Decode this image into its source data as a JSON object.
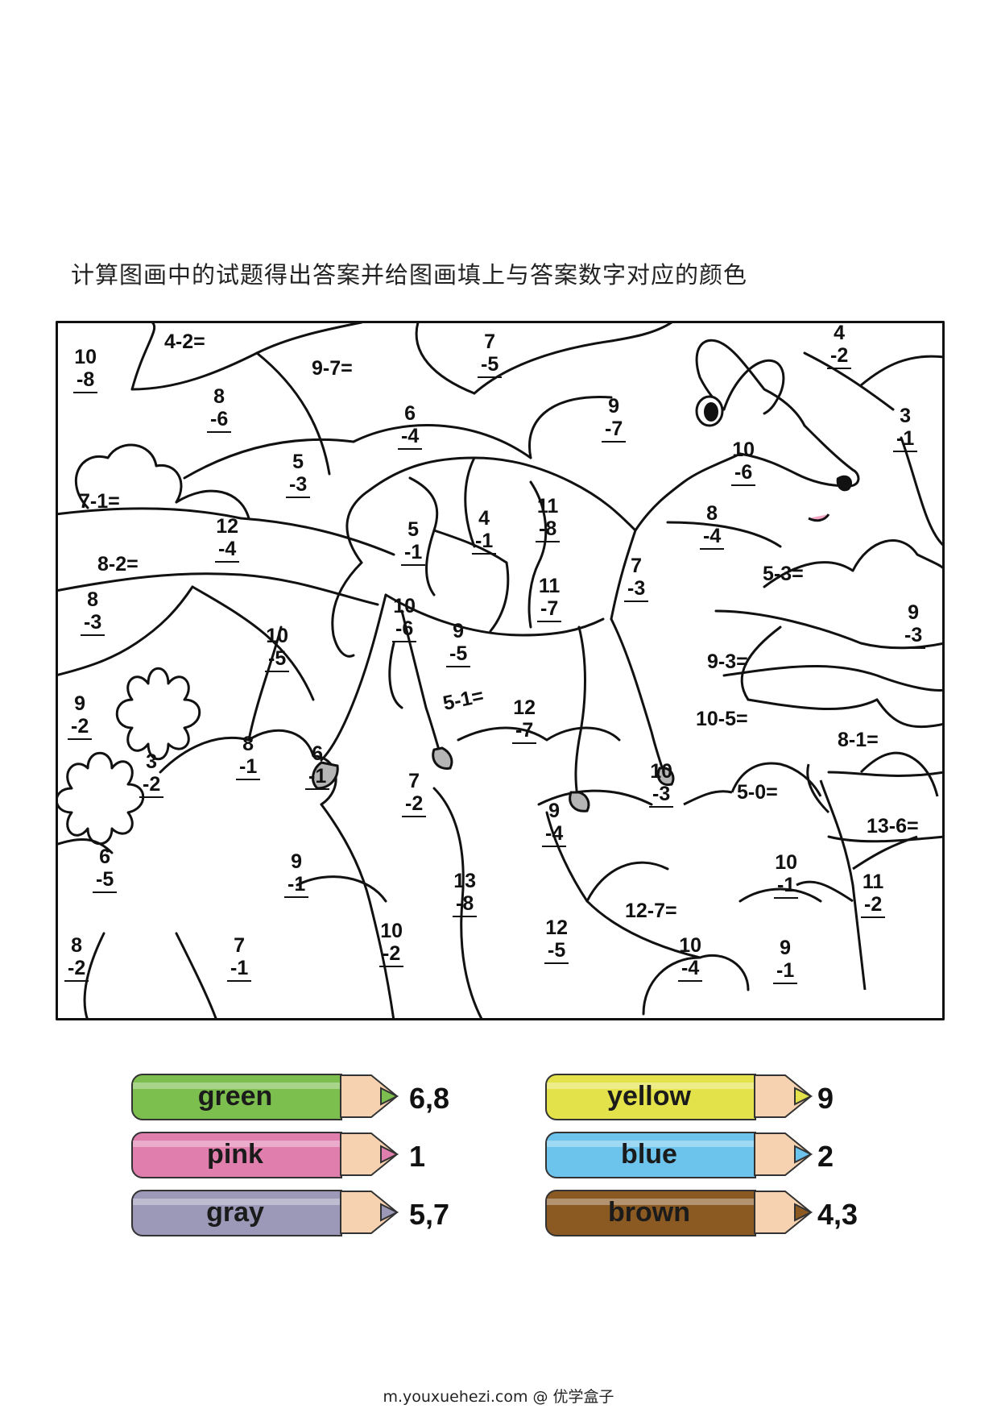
{
  "title": "计算图画中的试题得出答案并给图画填上与答案数字对应的颜色",
  "problems": [
    {
      "type": "v",
      "a": "10",
      "b": "-8"
    },
    {
      "type": "h",
      "text": "4-2="
    },
    {
      "type": "v",
      "a": "8",
      "b": "-6"
    },
    {
      "type": "h",
      "text": "9-7="
    },
    {
      "type": "v",
      "a": "7",
      "b": "-5"
    },
    {
      "type": "v",
      "a": "4",
      "b": "-2"
    },
    {
      "type": "v",
      "a": "6",
      "b": "-4"
    },
    {
      "type": "v",
      "a": "9",
      "b": "-7"
    },
    {
      "type": "v",
      "a": "3",
      "b": "-1"
    },
    {
      "type": "v",
      "a": "5",
      "b": "-3"
    },
    {
      "type": "v",
      "a": "10",
      "b": "-6"
    },
    {
      "type": "h",
      "text": "7-1="
    },
    {
      "type": "v",
      "a": "12",
      "b": "-4"
    },
    {
      "type": "v",
      "a": "5",
      "b": "-1"
    },
    {
      "type": "v",
      "a": "4",
      "b": "-1"
    },
    {
      "type": "v",
      "a": "11",
      "b": "-8"
    },
    {
      "type": "v",
      "a": "8",
      "b": "-4"
    },
    {
      "type": "h",
      "text": "8-2="
    },
    {
      "type": "v",
      "a": "7",
      "b": "-3"
    },
    {
      "type": "h",
      "text": "5-3="
    },
    {
      "type": "v",
      "a": "8",
      "b": "-3"
    },
    {
      "type": "v",
      "a": "10",
      "b": "-5"
    },
    {
      "type": "v",
      "a": "10",
      "b": "-6"
    },
    {
      "type": "v",
      "a": "9",
      "b": "-5"
    },
    {
      "type": "v",
      "a": "11",
      "b": "-7"
    },
    {
      "type": "v",
      "a": "9",
      "b": "-3"
    },
    {
      "type": "h",
      "text": "9-3="
    },
    {
      "type": "v",
      "a": "9",
      "b": "-2"
    },
    {
      "type": "h",
      "text": "5-1="
    },
    {
      "type": "v",
      "a": "12",
      "b": "-7"
    },
    {
      "type": "h",
      "text": "10-5="
    },
    {
      "type": "h",
      "text": "8-1="
    },
    {
      "type": "v",
      "a": "3",
      "b": "-2"
    },
    {
      "type": "v",
      "a": "8",
      "b": "-1"
    },
    {
      "type": "v",
      "a": "6",
      "b": "-1"
    },
    {
      "type": "v",
      "a": "7",
      "b": "-2"
    },
    {
      "type": "v",
      "a": "10",
      "b": "-3"
    },
    {
      "type": "h",
      "text": "5-0="
    },
    {
      "type": "v",
      "a": "9",
      "b": "-4"
    },
    {
      "type": "h",
      "text": "13-6="
    },
    {
      "type": "v",
      "a": "6",
      "b": "-5"
    },
    {
      "type": "v",
      "a": "9",
      "b": "-1"
    },
    {
      "type": "v",
      "a": "13",
      "b": "-8"
    },
    {
      "type": "v",
      "a": "10",
      "b": "-1"
    },
    {
      "type": "v",
      "a": "11",
      "b": "-2"
    },
    {
      "type": "h",
      "text": "12-7="
    },
    {
      "type": "v",
      "a": "8",
      "b": "-2"
    },
    {
      "type": "v",
      "a": "7",
      "b": "-1"
    },
    {
      "type": "v",
      "a": "10",
      "b": "-2"
    },
    {
      "type": "v",
      "a": "12",
      "b": "-5"
    },
    {
      "type": "v",
      "a": "10",
      "b": "-4"
    },
    {
      "type": "v",
      "a": "9",
      "b": "-1"
    }
  ],
  "key": [
    {
      "color_name": "green",
      "numbers": "6,8",
      "body": "#7cbf4e",
      "tip": "#7cbf4e"
    },
    {
      "color_name": "yellow",
      "numbers": "9",
      "body": "#e3e24a",
      "tip": "#e3e24a"
    },
    {
      "color_name": "pink",
      "numbers": "1",
      "body": "#e07fae",
      "tip": "#e07fae"
    },
    {
      "color_name": "blue",
      "numbers": "2",
      "body": "#6cc3ec",
      "tip": "#6cc3ec"
    },
    {
      "color_name": "gray",
      "numbers": "5,7",
      "body": "#9b98b8",
      "tip": "#9b98b8"
    },
    {
      "color_name": "brown",
      "numbers": "4,3",
      "body": "#8b5a22",
      "tip": "#8b5a22"
    }
  ],
  "footer": "m.youxuehezi.com @ 优学盒子"
}
